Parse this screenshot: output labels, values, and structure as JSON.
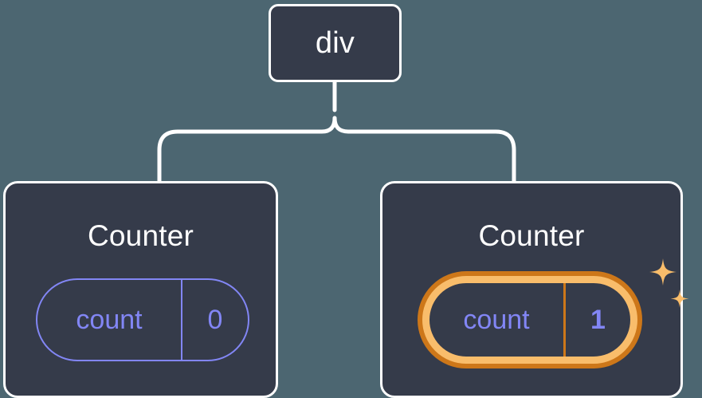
{
  "diagram": {
    "type": "component-tree",
    "background_color": "#4c6671",
    "node_fill": "#353b4a",
    "node_border": "#ffffff",
    "accent_purple": "#8286f5",
    "accent_orange_outer": "#cd7719",
    "accent_orange_inner": "#f9bd6b",
    "root": {
      "label": "div"
    },
    "children": [
      {
        "title": "Counter",
        "highlighted": false,
        "state": {
          "key": "count",
          "value": "0"
        }
      },
      {
        "title": "Counter",
        "highlighted": true,
        "sparkle_count": 2,
        "state": {
          "key": "count",
          "value": "1"
        }
      }
    ]
  }
}
